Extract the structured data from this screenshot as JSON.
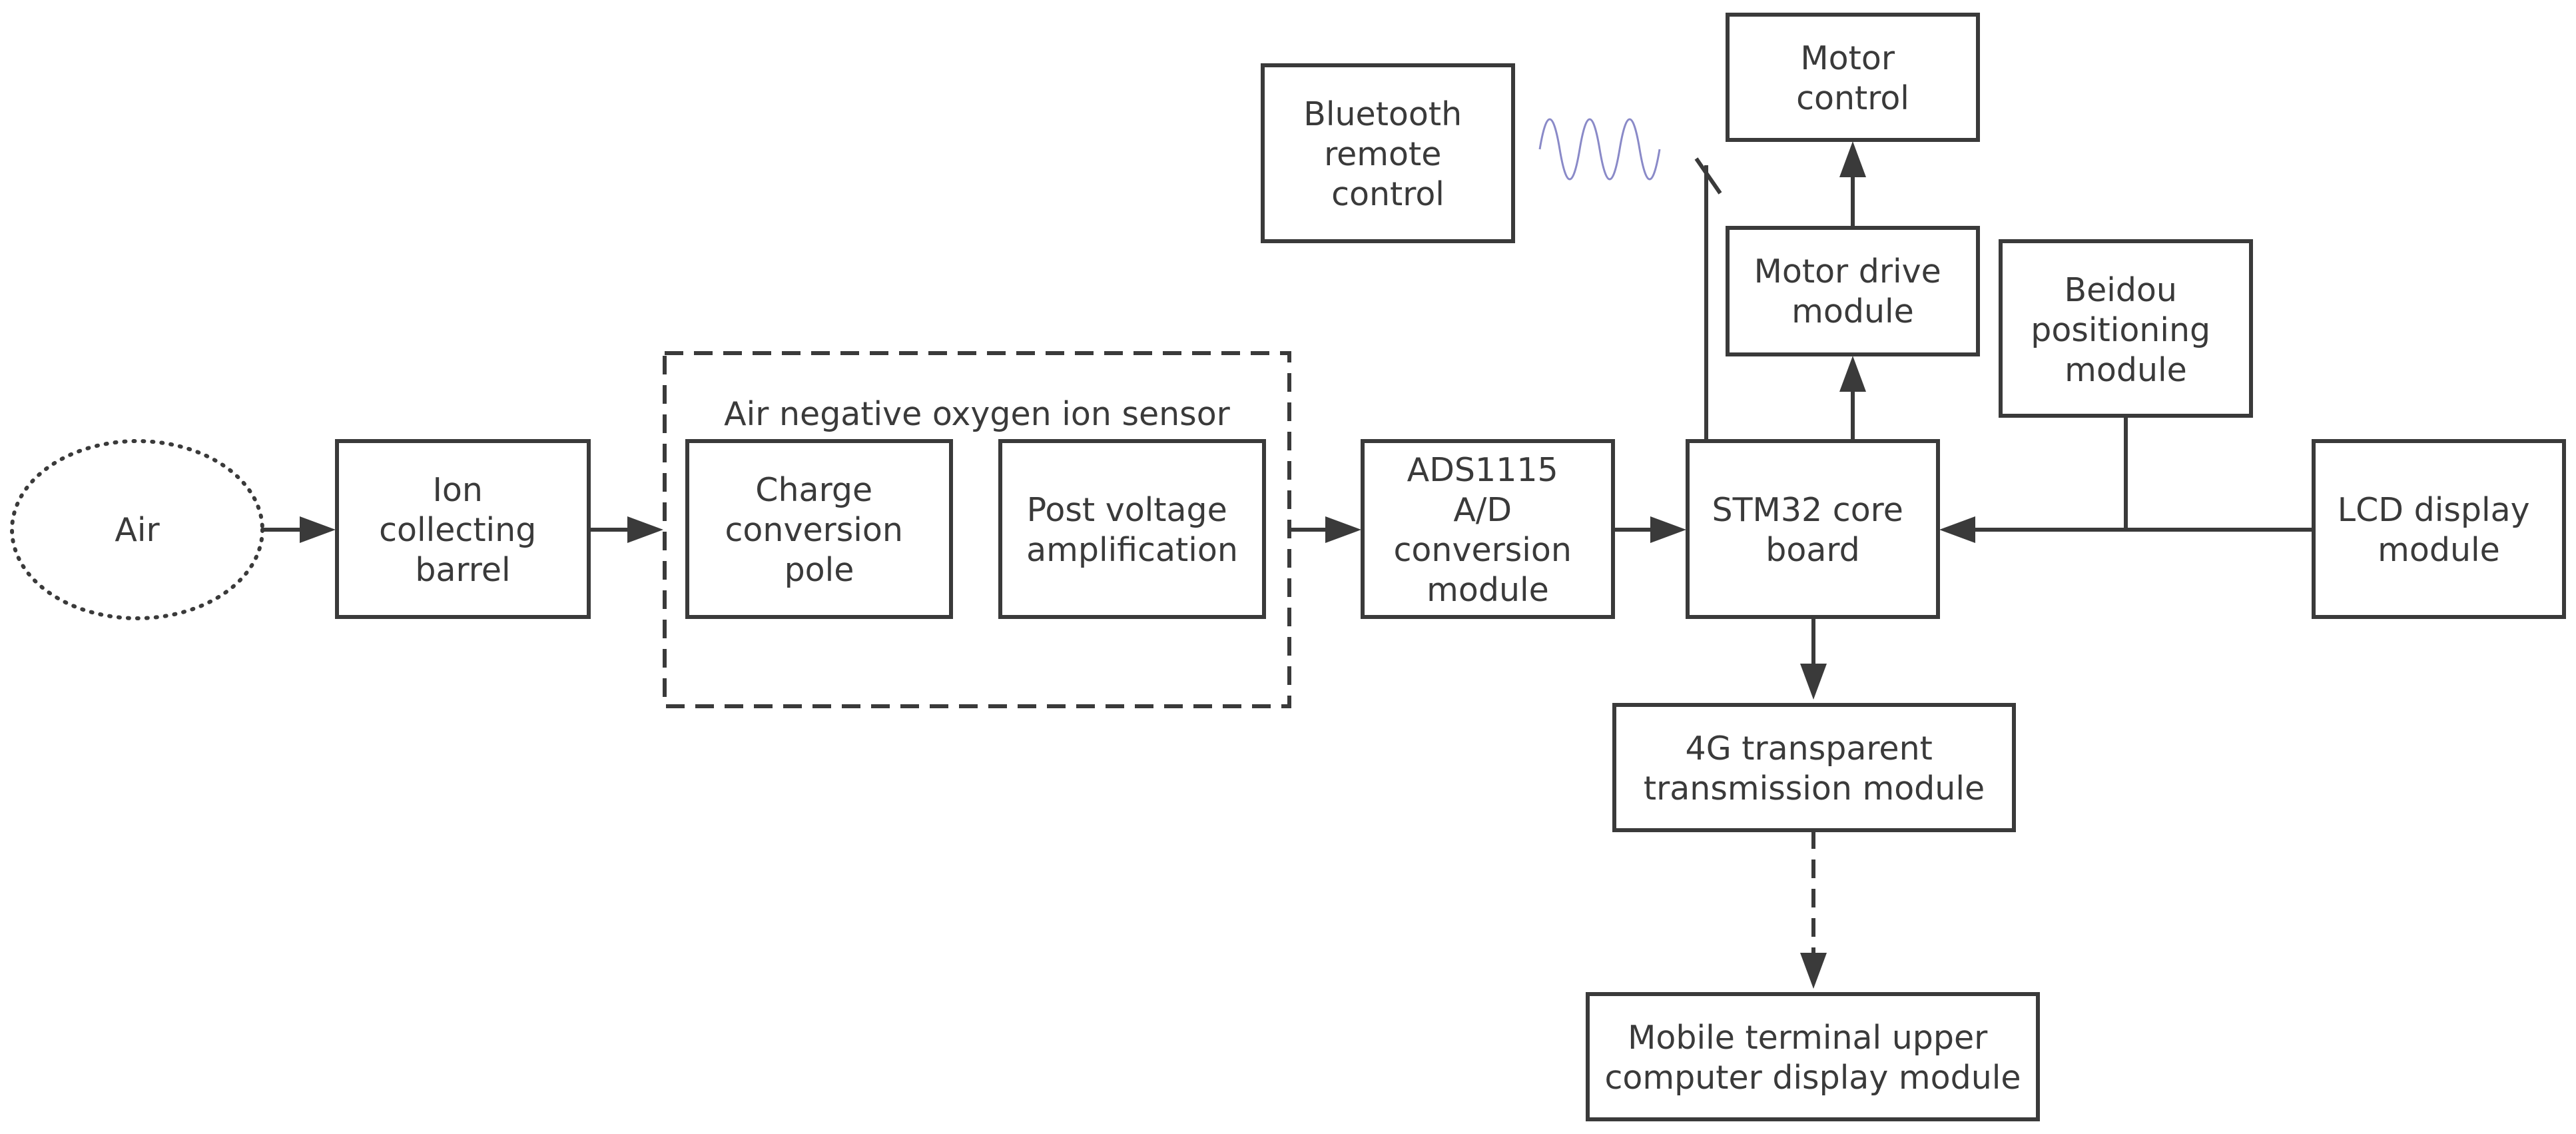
{
  "diagram": {
    "nodes": {
      "air": "Air",
      "ion_barrel": [
        "Ion",
        "collecting",
        "barrel"
      ],
      "sensor_group": "Air negative oxygen ion sensor",
      "charge_pole": [
        "Charge",
        "conversion",
        "pole"
      ],
      "post_voltage": [
        "Post voltage",
        "amplification"
      ],
      "ads1115": [
        "ADS1115",
        "A/D",
        "conversion",
        "module"
      ],
      "stm32": [
        "STM32 core",
        "board"
      ],
      "bluetooth": [
        "Bluetooth",
        "remote",
        "control"
      ],
      "motor_control": [
        "Motor",
        "control"
      ],
      "motor_drive": [
        "Motor drive",
        "module"
      ],
      "beidou": [
        "Beidou",
        "positioning",
        "module"
      ],
      "lcd": [
        "LCD display",
        "module"
      ],
      "transmission_4g": [
        "4G transparent",
        "transmission module"
      ],
      "mobile_terminal": [
        "Mobile terminal upper",
        "computer display module"
      ]
    },
    "edges": [
      {
        "from": "air",
        "to": "ion_barrel",
        "style": "solid"
      },
      {
        "from": "ion_barrel",
        "to": "sensor_group",
        "style": "solid"
      },
      {
        "from": "sensor_group",
        "to": "ads1115",
        "style": "solid"
      },
      {
        "from": "ads1115",
        "to": "stm32",
        "style": "solid"
      },
      {
        "from": "stm32",
        "to": "motor_drive",
        "style": "solid"
      },
      {
        "from": "motor_drive",
        "to": "motor_control",
        "style": "solid"
      },
      {
        "from": "lcd",
        "to": "stm32",
        "style": "solid"
      },
      {
        "from": "beidou",
        "to": "stm32",
        "style": "solid"
      },
      {
        "from": "stm32",
        "to": "transmission_4g",
        "style": "solid"
      },
      {
        "from": "transmission_4g",
        "to": "mobile_terminal",
        "style": "dashed"
      },
      {
        "from": "bluetooth",
        "to": "stm32",
        "style": "wireless"
      }
    ],
    "colors": {
      "stroke": "#3a3a3a",
      "wave": "#8a8ac8"
    }
  }
}
